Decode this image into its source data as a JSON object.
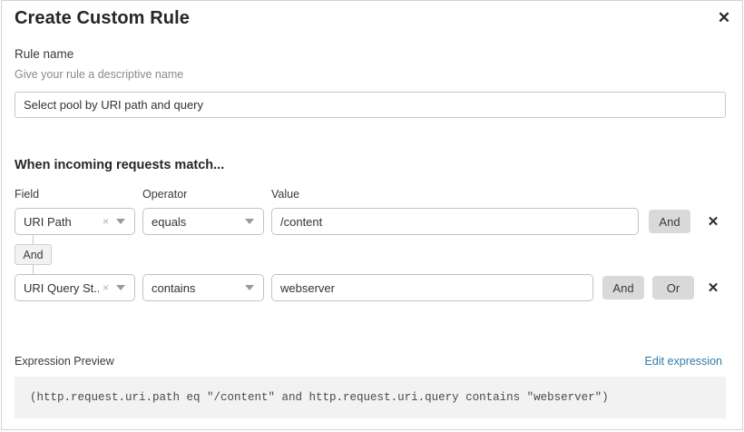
{
  "modal": {
    "title": "Create Custom Rule",
    "close_icon": "close-icon"
  },
  "rule_name": {
    "label": "Rule name",
    "hint": "Give your rule a descriptive name",
    "value": "Select pool by URI path and query",
    "placeholder": "Select pool by URI path and query"
  },
  "match_section": {
    "title": "When incoming requests match...",
    "columns": {
      "field": "Field",
      "operator": "Operator",
      "value": "Value"
    },
    "connector": "And",
    "conditions": [
      {
        "field": "URI Path",
        "clear_icon": "×",
        "caret_icon": "chevron-down-icon",
        "operator": "equals",
        "value": "/content",
        "buttons": [
          "And"
        ],
        "delete_icon": "✕"
      },
      {
        "field": "URI Query St...",
        "clear_icon": "×",
        "caret_icon": "chevron-down-icon",
        "operator": "contains",
        "value": "webserver",
        "buttons": [
          "And",
          "Or"
        ],
        "delete_icon": "✕"
      }
    ]
  },
  "expression_preview": {
    "label": "Expression Preview",
    "edit_link": "Edit expression",
    "code": "(http.request.uri.path eq \"/content\" and http.request.uri.query contains \"webserver\")"
  },
  "colors": {
    "accent_link": "#2f7ca8",
    "button_gray": "#d9d9d9",
    "code_bg": "#f2f2f2",
    "border": "#c2c2c2"
  }
}
